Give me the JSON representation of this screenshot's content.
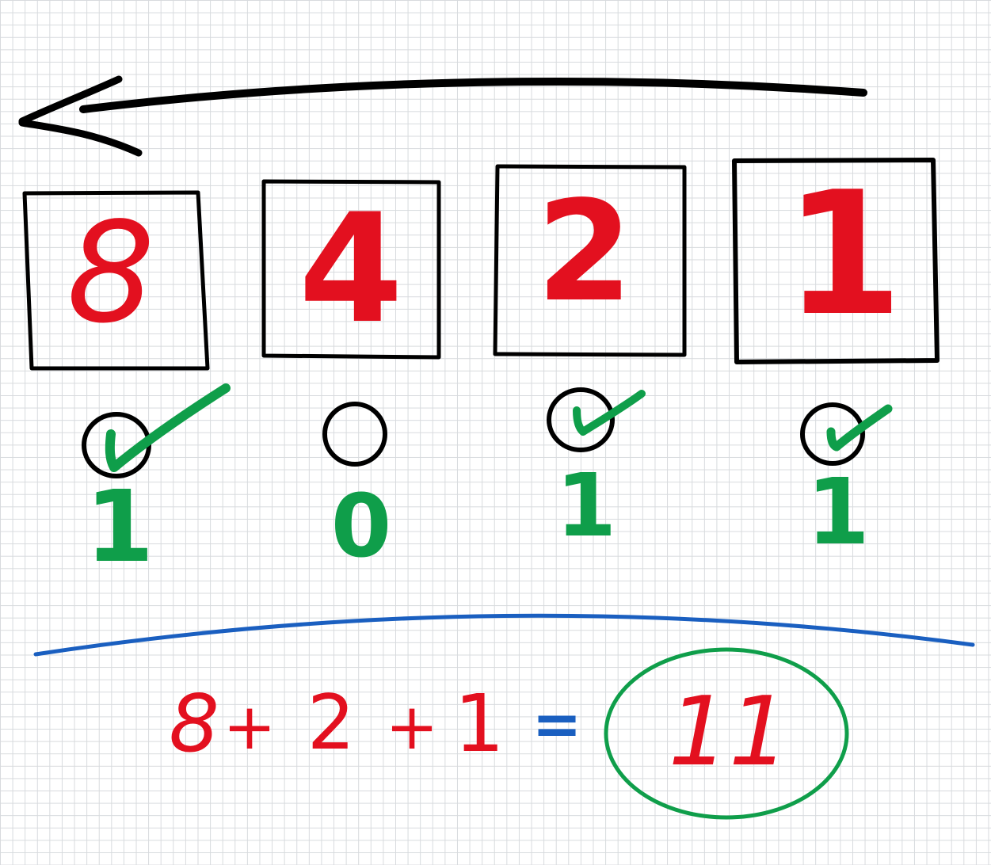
{
  "colors": {
    "ink": "#000000",
    "red": "#e3101f",
    "green": "#0f9e4a",
    "blue": "#1a5fc0"
  },
  "direction": "right-to-left",
  "places": [
    {
      "value": "8",
      "bit": "1",
      "checked": true
    },
    {
      "value": "4",
      "bit": "0",
      "checked": false
    },
    {
      "value": "2",
      "bit": "1",
      "checked": true
    },
    {
      "value": "1",
      "bit": "1",
      "checked": true
    }
  ],
  "equation": {
    "terms": [
      "8",
      "+",
      "2",
      "+",
      "1"
    ],
    "equals": "=",
    "result": "11"
  }
}
